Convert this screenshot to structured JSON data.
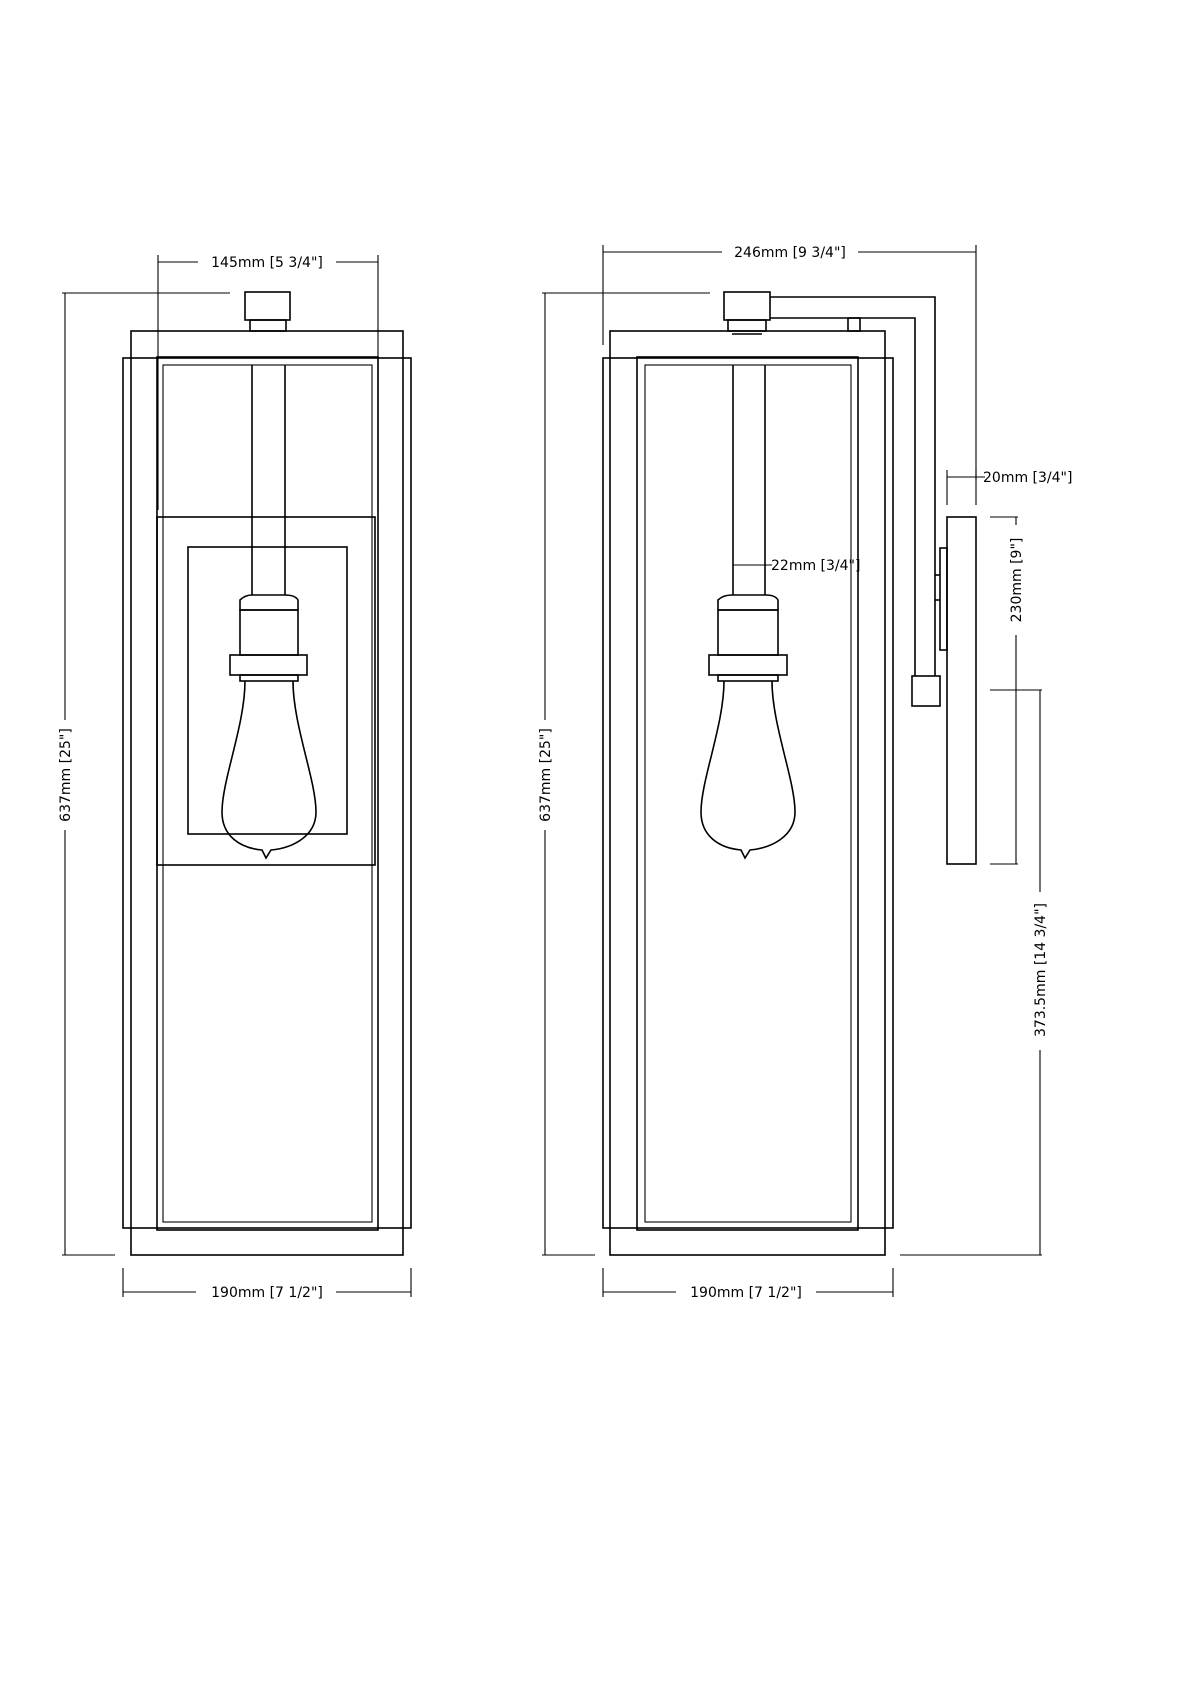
{
  "front_view": {
    "top_width": "145mm [5 3/4\"]",
    "height": "637mm [25\"]",
    "base_width": "190mm [7 1/2\"]"
  },
  "side_view": {
    "overall_depth": "246mm [9 3/4\"]",
    "height": "637mm [25\"]",
    "base_width": "190mm [7 1/2\"]",
    "backplate_depth": "20mm [3/4\"]",
    "rod_diameter": "22mm [3/4\"]",
    "backplate_height": "230mm [9\"]",
    "mount_to_bottom": "373.5mm [14 3/4\"]"
  }
}
